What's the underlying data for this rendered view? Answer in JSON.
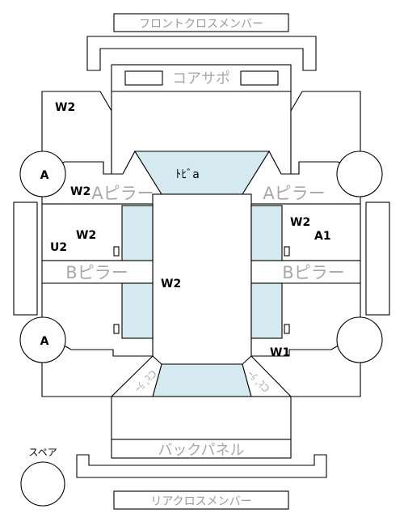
{
  "labels": {
    "front_cross_member": "フロントクロスメンバー",
    "core_support": "コアサポ",
    "a_pillar_left": "Aピラー",
    "a_pillar_right": "Aピラー",
    "b_pillar_left": "Bピラー",
    "b_pillar_right": "Bピラー",
    "back_panel": "バックパネル",
    "rear_cross_member": "リアクロスメンバー",
    "spare": "スペア",
    "roof": "ﾄﾋﾞa",
    "c_pillar_left": "Cﾋﾟﾗｰ",
    "c_pillar_right": "Cﾋﾟﾗｰ"
  },
  "damage_codes": {
    "front_left_fender": "W2",
    "front_left_wheel": "A",
    "left_front_door": "W2",
    "left_front_door_pillar": "W2",
    "left_front_door_extra": "U2",
    "roof_center": "W2",
    "right_front_door_1": "W2",
    "right_front_door_2": "A1",
    "rear_left_wheel": "A",
    "right_rear_door": "W1"
  }
}
